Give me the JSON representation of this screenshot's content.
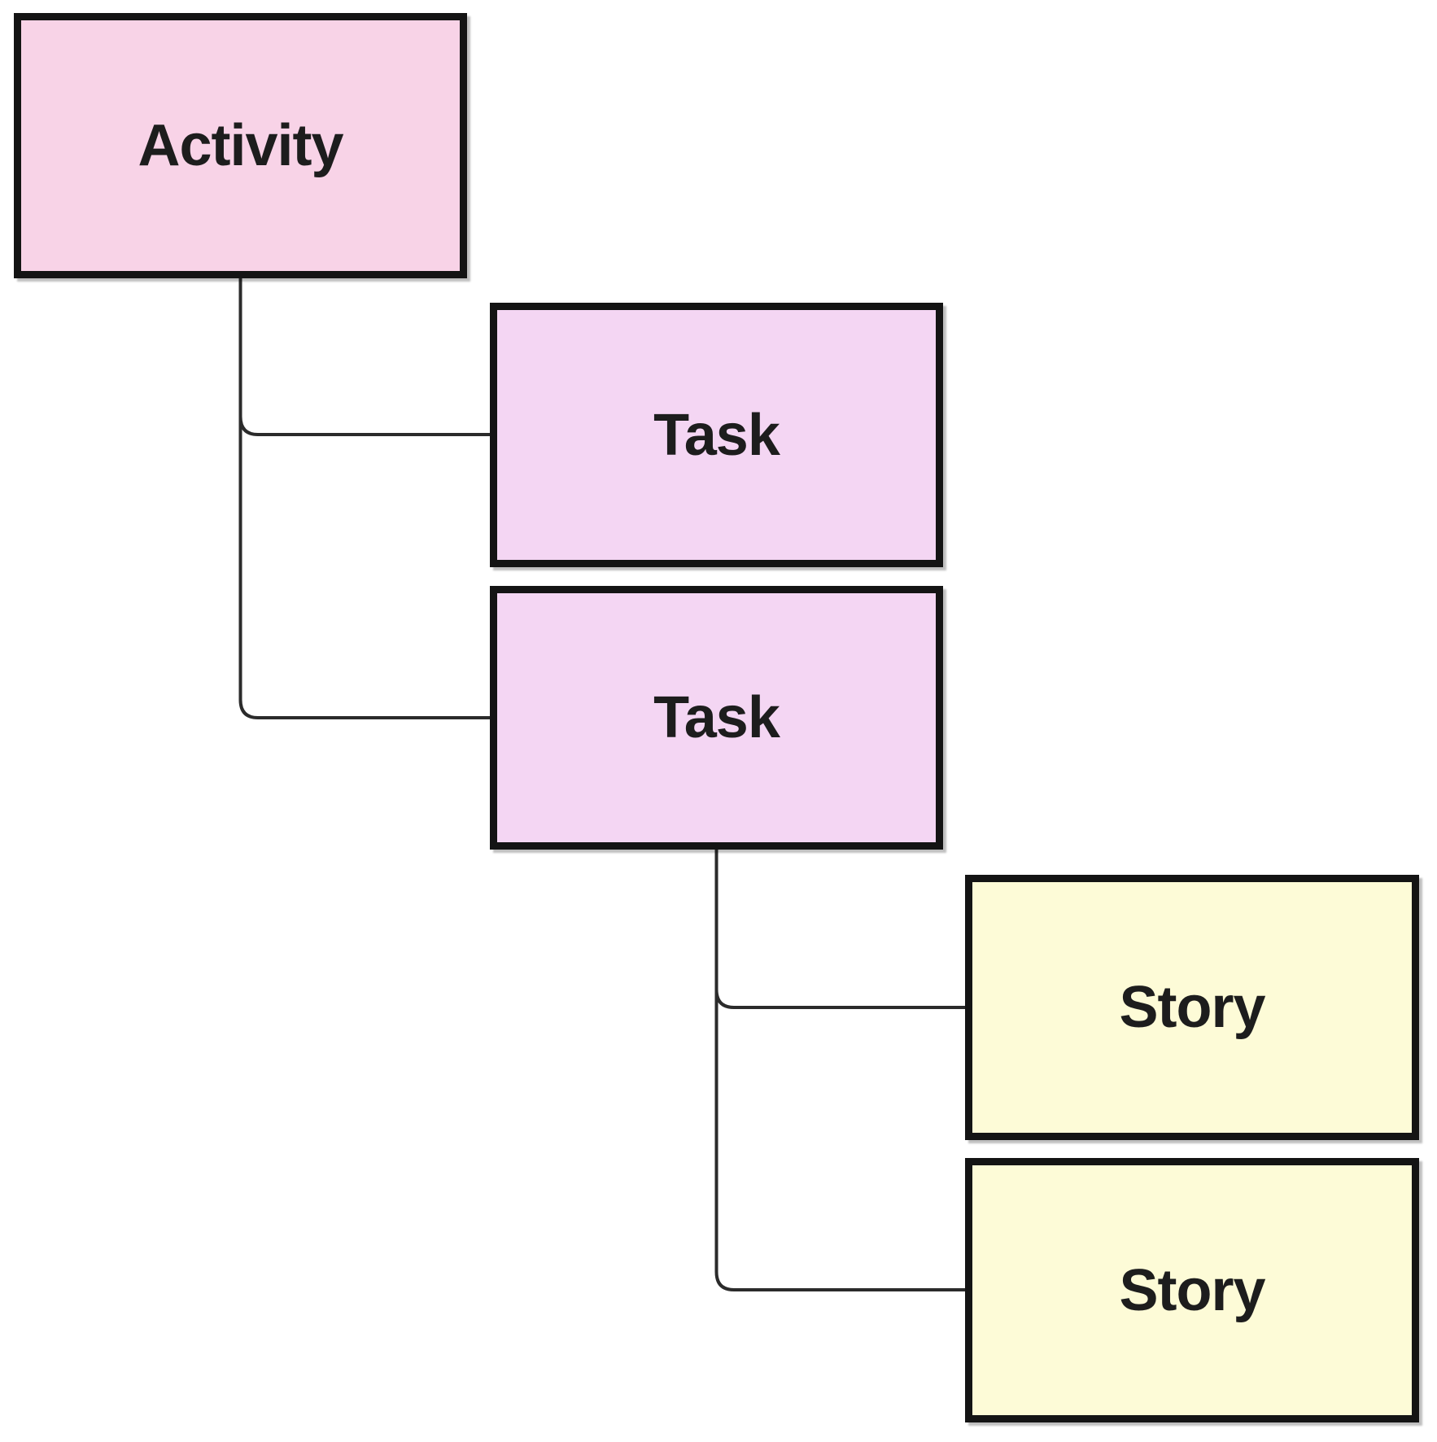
{
  "diagram": {
    "type": "hierarchy",
    "description": "story-map-hierarchy",
    "nodes": [
      {
        "id": "activity",
        "label": "Activity",
        "level": "activity"
      },
      {
        "id": "task-1",
        "label": "Task",
        "level": "task"
      },
      {
        "id": "task-2",
        "label": "Task",
        "level": "task"
      },
      {
        "id": "story-1",
        "label": "Story",
        "level": "story"
      },
      {
        "id": "story-2",
        "label": "Story",
        "level": "story"
      }
    ],
    "edges": [
      {
        "from": "activity",
        "to": "task-1"
      },
      {
        "from": "activity",
        "to": "task-2"
      },
      {
        "from": "task-2",
        "to": "story-1"
      },
      {
        "from": "task-2",
        "to": "story-2"
      }
    ]
  },
  "colors": {
    "activity-fill": "#F8D3E7",
    "task-fill": "#F4D6F3",
    "story-fill": "#FDFBD7",
    "node-border": "#141414",
    "connector": "#2b2b2b",
    "text": "#1d1d1d",
    "canvas-bg": "#ffffff"
  }
}
